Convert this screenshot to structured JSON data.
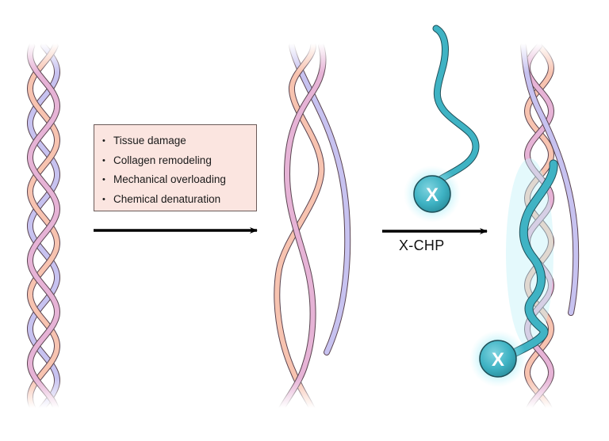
{
  "conditions_box": {
    "items": [
      "Tissue damage",
      "Collagen remodeling",
      "Mechanical overloading",
      "Chemical denaturation"
    ],
    "bullet": "•",
    "background": "#fbe5e0"
  },
  "probe": {
    "label": "X-CHP",
    "ball_letter": "X",
    "color": "#3fb3c4"
  },
  "strand_colors": {
    "peach": "#f7c3b0",
    "pink": "#e6b3d6",
    "lavender": "#c7c2f0",
    "outline": "#5a4450"
  },
  "panels": [
    {
      "name": "intact-triple-helix"
    },
    {
      "name": "unfolded-collagen-strands"
    },
    {
      "name": "chp-probe"
    },
    {
      "name": "chp-hybridized-helix"
    }
  ]
}
